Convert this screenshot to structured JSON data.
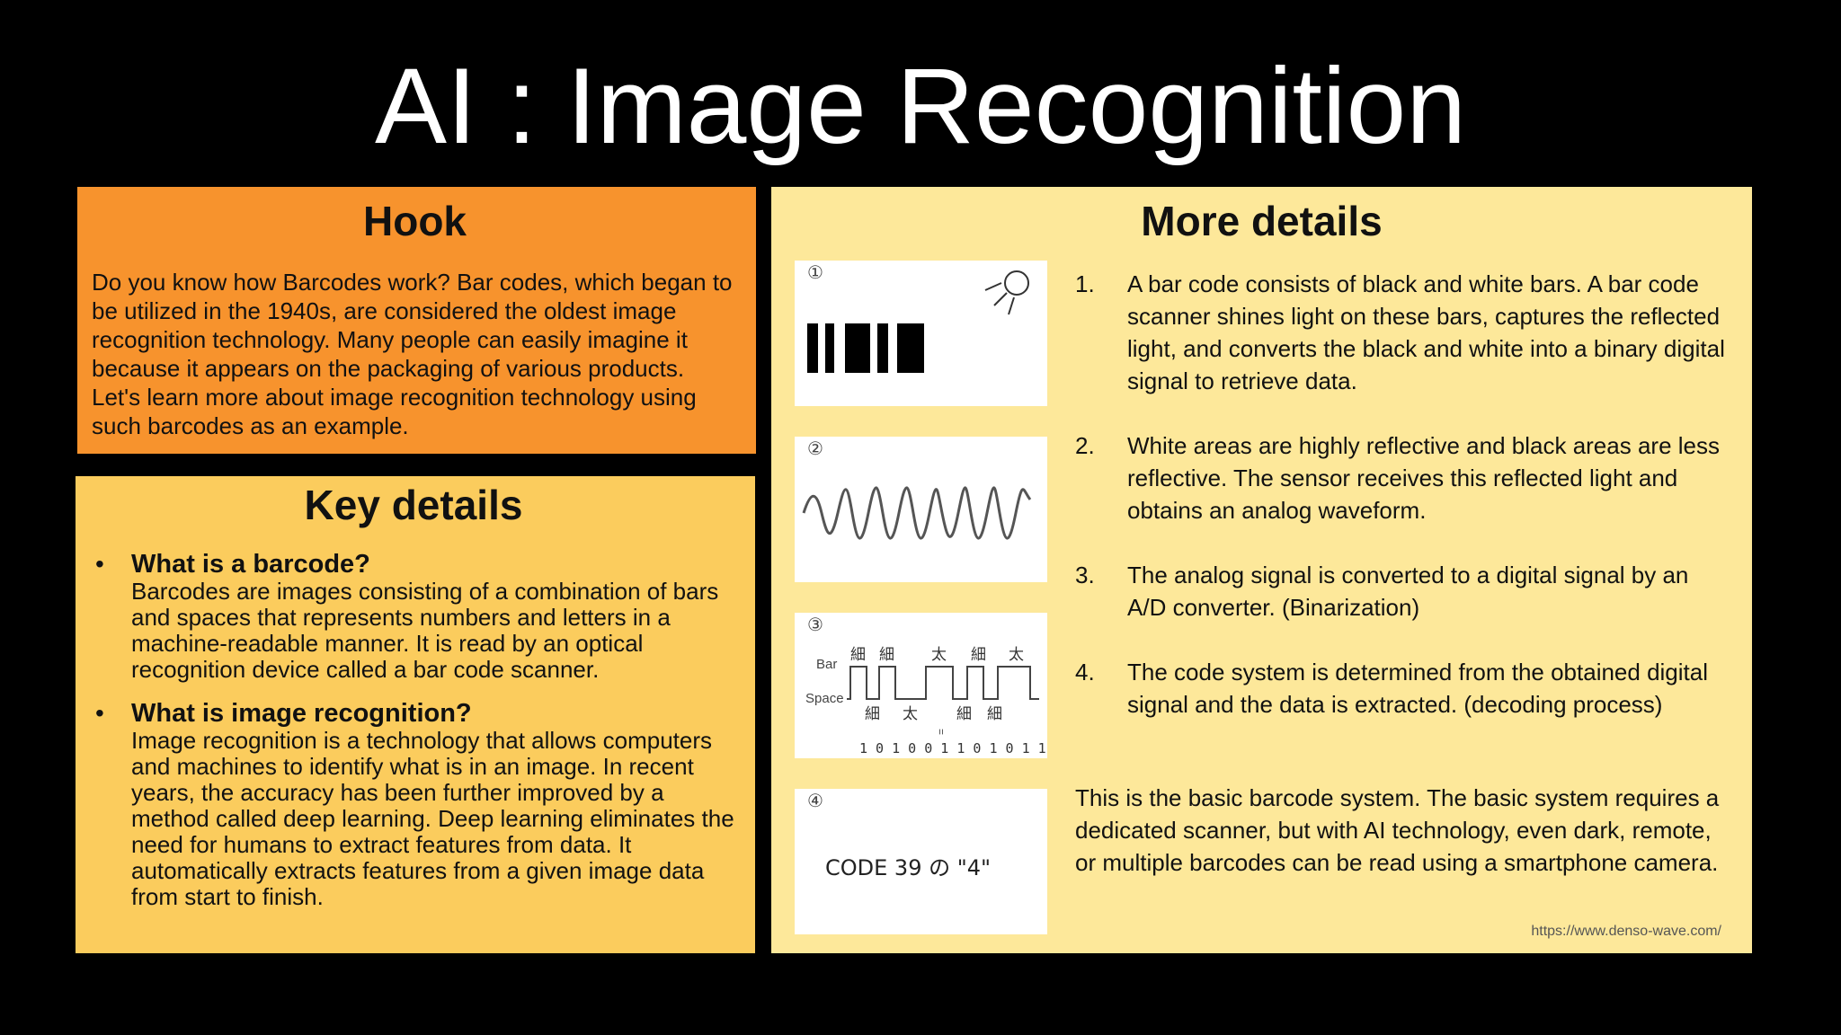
{
  "title": "AI : Image Recognition",
  "hook": {
    "heading": "Hook",
    "text": "Do you know how Barcodes work? Bar codes, which began to be utilized in the 1940s, are considered the oldest image recognition technology. Many people can easily imagine it because it appears on the packaging of various products. Let's learn more about image recognition technology using such barcodes as an example."
  },
  "key_details": {
    "heading": "Key details",
    "bullet": "•",
    "items": [
      {
        "question": "What is a barcode?",
        "answer": "Barcodes are images consisting of a combination of bars and spaces that represents numbers and letters in a machine-readable manner. It is read by an optical recognition device called a bar code scanner."
      },
      {
        "question": "What is image recognition?",
        "answer": "Image recognition is a technology that allows computers and machines to identify what is in an image. In recent years, the accuracy has been further improved by a method called deep learning. Deep learning eliminates the need for humans to extract features from data. It automatically extracts features from a given image data from start to finish."
      }
    ]
  },
  "more_details": {
    "heading": "More details",
    "figures": {
      "f1": {
        "num": "①"
      },
      "f2": {
        "num": "②"
      },
      "f3": {
        "num": "③",
        "bar_label": "Bar",
        "space_label": "Space",
        "top_labels": [
          "細",
          "細",
          "太",
          "細",
          "太"
        ],
        "bottom_labels": [
          "細",
          "太",
          "細",
          "細"
        ],
        "equals": "=",
        "binary": "1 0 1 0 0 1 1 0 1 0 1 1"
      },
      "f4": {
        "num": "④",
        "text": "CODE 39 の \"4\""
      }
    },
    "steps": [
      {
        "num": "1.",
        "text": "A bar code consists of black and white bars. A bar code scanner shines light on these bars, captures the reflected light, and converts the black and white into a binary digital signal to retrieve data."
      },
      {
        "num": "2.",
        "text": "White areas are highly reflective and black areas are less reflective. The sensor receives this reflected light and obtains an analog waveform."
      },
      {
        "num": "3.",
        "text": "The analog signal is converted to a digital signal by an A/D converter. (Binarization)"
      },
      {
        "num": "4.",
        "text": "The code system is determined from the obtained digital signal and the data is extracted. (decoding process)"
      }
    ],
    "summary": "This is the basic barcode system. The basic system requires a dedicated scanner, but with AI technology, even dark, remote, or multiple barcodes can be read using a smartphone camera.",
    "source": "https://www.denso-wave.com/"
  }
}
